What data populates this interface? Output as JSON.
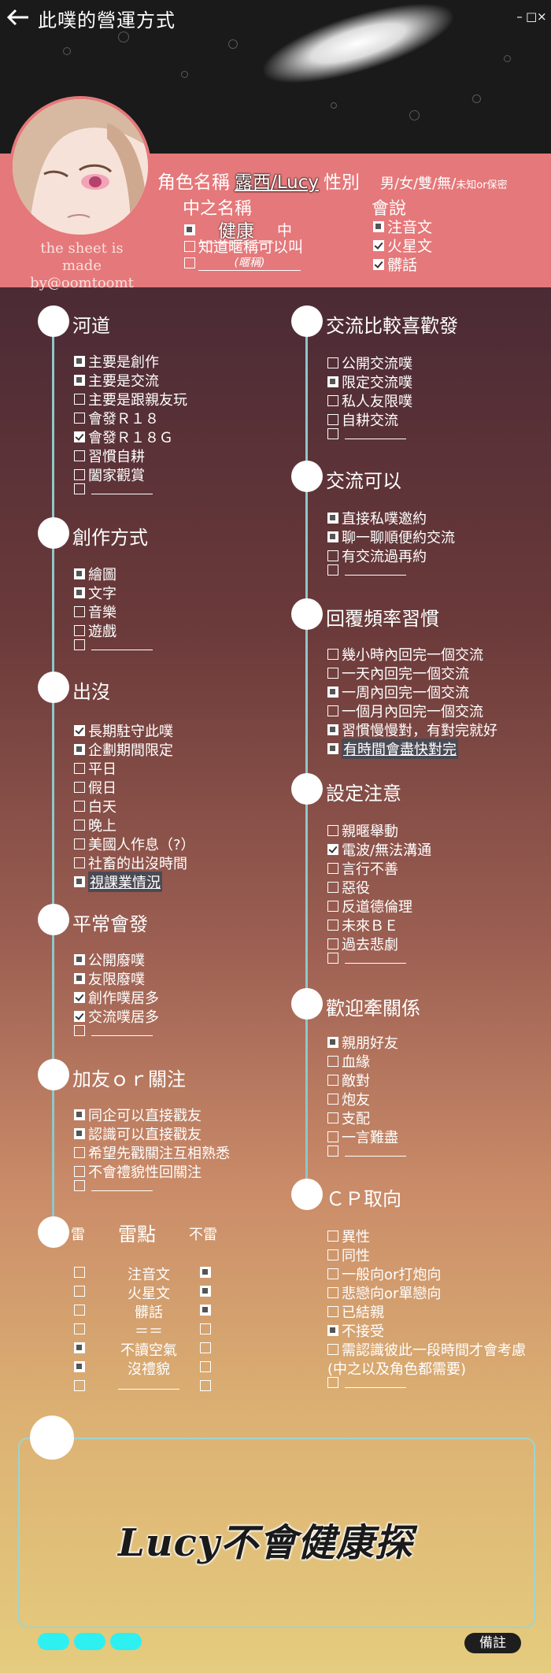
{
  "window": {
    "title": "此噗的營運方式",
    "controls": [
      "–",
      "□",
      "×"
    ]
  },
  "profile": {
    "credit": [
      "the sheet is",
      "made by@oomtoomt"
    ],
    "name_label": "角色名稱",
    "name_value": "露西/Lucy",
    "gender_label": "性別",
    "gender_options": "男/女/雙/無/",
    "gender_small": "未知or保密",
    "nickname_label": "中之名稱",
    "nickname_value": "健康",
    "nickname_suffix": "中",
    "nick_opt1": "知道暱稱可以叫",
    "nick_blank_hint": "(暱稱)",
    "speak_label": "會說",
    "speak_items": [
      {
        "label": "注音文",
        "state": "on"
      },
      {
        "label": "火星文",
        "state": "tick"
      },
      {
        "label": "髒話",
        "state": "tick"
      }
    ]
  },
  "left_sections": [
    {
      "title": "河道",
      "items": [
        {
          "label": "主要是創作",
          "state": "on"
        },
        {
          "label": "主要是交流",
          "state": "on"
        },
        {
          "label": "主要是跟親友玩",
          "state": "off"
        },
        {
          "label": "會發Ｒ１８",
          "state": "off"
        },
        {
          "label": "會發Ｒ１８Ｇ",
          "state": "tick"
        },
        {
          "label": "習慣自耕",
          "state": "off"
        },
        {
          "label": "闔家觀賞",
          "state": "off"
        },
        {
          "label": "",
          "state": "off",
          "blank": true
        }
      ]
    },
    {
      "title": "創作方式",
      "items": [
        {
          "label": "繪圖",
          "state": "on"
        },
        {
          "label": "文字",
          "state": "on"
        },
        {
          "label": "音樂",
          "state": "off"
        },
        {
          "label": "遊戲",
          "state": "off"
        },
        {
          "label": "",
          "state": "off",
          "blank": true
        }
      ]
    },
    {
      "title": "出沒",
      "items": [
        {
          "label": "長期駐守此噗",
          "state": "tick"
        },
        {
          "label": "企劃期間限定",
          "state": "on"
        },
        {
          "label": "平日",
          "state": "off"
        },
        {
          "label": "假日",
          "state": "off"
        },
        {
          "label": "白天",
          "state": "off"
        },
        {
          "label": "晚上",
          "state": "off"
        },
        {
          "label": "美國人作息（?）",
          "state": "off"
        },
        {
          "label": "社畜的出沒時間",
          "state": "off"
        },
        {
          "label": "視課業情況",
          "state": "on",
          "hl": true
        }
      ]
    },
    {
      "title": "平常會發",
      "items": [
        {
          "label": "公開廢噗",
          "state": "on"
        },
        {
          "label": "友限廢噗",
          "state": "on"
        },
        {
          "label": "創作噗居多",
          "state": "tick"
        },
        {
          "label": "交流噗居多",
          "state": "tick"
        },
        {
          "label": "",
          "state": "off",
          "blank": true
        }
      ]
    },
    {
      "title": "加友ｏｒ關注",
      "items": [
        {
          "label": "同企可以直接戳友",
          "state": "on"
        },
        {
          "label": "認識可以直接戳友",
          "state": "on"
        },
        {
          "label": "希望先戳關注互相熟悉",
          "state": "off"
        },
        {
          "label": "不會禮貌性回關注",
          "state": "off"
        },
        {
          "label": "",
          "state": "off",
          "blank": true
        }
      ]
    }
  ],
  "thunder": {
    "left_head": "雷",
    "mid_head": "雷點",
    "right_head": "不雷",
    "rows": [
      {
        "label": "注音文",
        "left": "off",
        "right": "on"
      },
      {
        "label": "火星文",
        "left": "off",
        "right": "on"
      },
      {
        "label": "髒話",
        "left": "off",
        "right": "on"
      },
      {
        "label": "＝＝",
        "left": "off",
        "right": "off"
      },
      {
        "label": "不讀空氣",
        "left": "on",
        "right": "off"
      },
      {
        "label": "沒禮貌",
        "left": "on",
        "right": "off"
      },
      {
        "label": "",
        "left": "off",
        "right": "off",
        "blank": true
      }
    ]
  },
  "right_sections": [
    {
      "title": "交流比較喜歡發",
      "items": [
        {
          "label": "公開交流噗",
          "state": "off"
        },
        {
          "label": "限定交流噗",
          "state": "on"
        },
        {
          "label": "私人友限噗",
          "state": "off"
        },
        {
          "label": "自耕交流",
          "state": "off"
        },
        {
          "label": "",
          "state": "off",
          "blank": true
        }
      ]
    },
    {
      "title": "交流可以",
      "items": [
        {
          "label": "直接私噗邀約",
          "state": "on"
        },
        {
          "label": "聊一聊順便約交流",
          "state": "on"
        },
        {
          "label": "有交流過再約",
          "state": "off"
        },
        {
          "label": "",
          "state": "off",
          "blank": true
        }
      ]
    },
    {
      "title": "回覆頻率習慣",
      "items": [
        {
          "label": "幾小時內回完一個交流",
          "state": "off"
        },
        {
          "label": "一天內回完一個交流",
          "state": "off"
        },
        {
          "label": "一周內回完一個交流",
          "state": "on"
        },
        {
          "label": "一個月內回完一個交流",
          "state": "off"
        },
        {
          "label": "習慣慢慢對，有對完就好",
          "state": "on"
        },
        {
          "label": "有時間會盡快對完",
          "state": "on",
          "hl": true
        }
      ]
    },
    {
      "title": "設定注意",
      "items": [
        {
          "label": "親暱舉動",
          "state": "off"
        },
        {
          "label": "電波/無法溝通",
          "state": "tick"
        },
        {
          "label": "言行不善",
          "state": "off"
        },
        {
          "label": "惡役",
          "state": "off"
        },
        {
          "label": "反道德倫理",
          "state": "off"
        },
        {
          "label": "未來ＢＥ",
          "state": "off"
        },
        {
          "label": "過去悲劇",
          "state": "off"
        },
        {
          "label": "",
          "state": "off",
          "blank": true
        }
      ]
    },
    {
      "title": "歡迎牽關係",
      "items": [
        {
          "label": "親朋好友",
          "state": "on"
        },
        {
          "label": "血緣",
          "state": "off"
        },
        {
          "label": "敵對",
          "state": "off"
        },
        {
          "label": "炮友",
          "state": "off"
        },
        {
          "label": "支配",
          "state": "off"
        },
        {
          "label": "一言難盡",
          "state": "off"
        },
        {
          "label": "",
          "state": "off",
          "blank": true
        }
      ]
    },
    {
      "title": "ＣＰ取向",
      "items": [
        {
          "label": "異性",
          "state": "off"
        },
        {
          "label": "同性",
          "state": "off"
        },
        {
          "label": "一般向or打炮向",
          "state": "off"
        },
        {
          "label": "悲戀向or單戀向",
          "state": "off"
        },
        {
          "label": "已結親",
          "state": "off"
        },
        {
          "label": "不接受",
          "state": "on"
        },
        {
          "label": "需認識彼此一段時間才會考慮",
          "state": "off"
        },
        {
          "label": "(中之以及角色都需要)",
          "state": "none"
        },
        {
          "label": "",
          "state": "off",
          "blank": true
        }
      ]
    }
  ],
  "note": {
    "text": "Lucy不會健康探",
    "remark_button": "備註"
  },
  "colors": {
    "timeline": "#8fc7c9",
    "pink": "#e5787a",
    "tab": "#2ef0f0"
  }
}
